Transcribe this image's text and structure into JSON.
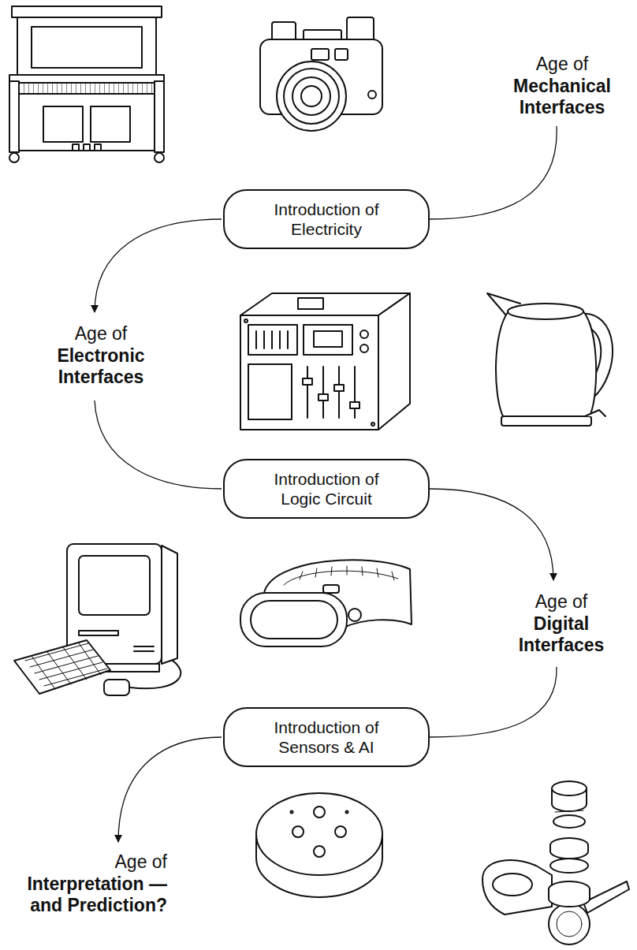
{
  "diagram": {
    "nodes": [
      {
        "text": [
          "Introduction of Electricity"
        ]
      },
      {
        "text": [
          "Introduction of Logic Circuit"
        ]
      },
      {
        "text": [
          "Introduction of Sensors & AI"
        ]
      }
    ],
    "labels": [
      "Age of",
      "Mechanical Interfaces",
      "Age of",
      "Electronic Interfaces",
      "Age of",
      "Digital Interfaces",
      "Age of",
      "Interpretation — and Prediction?"
    ]
  }
}
